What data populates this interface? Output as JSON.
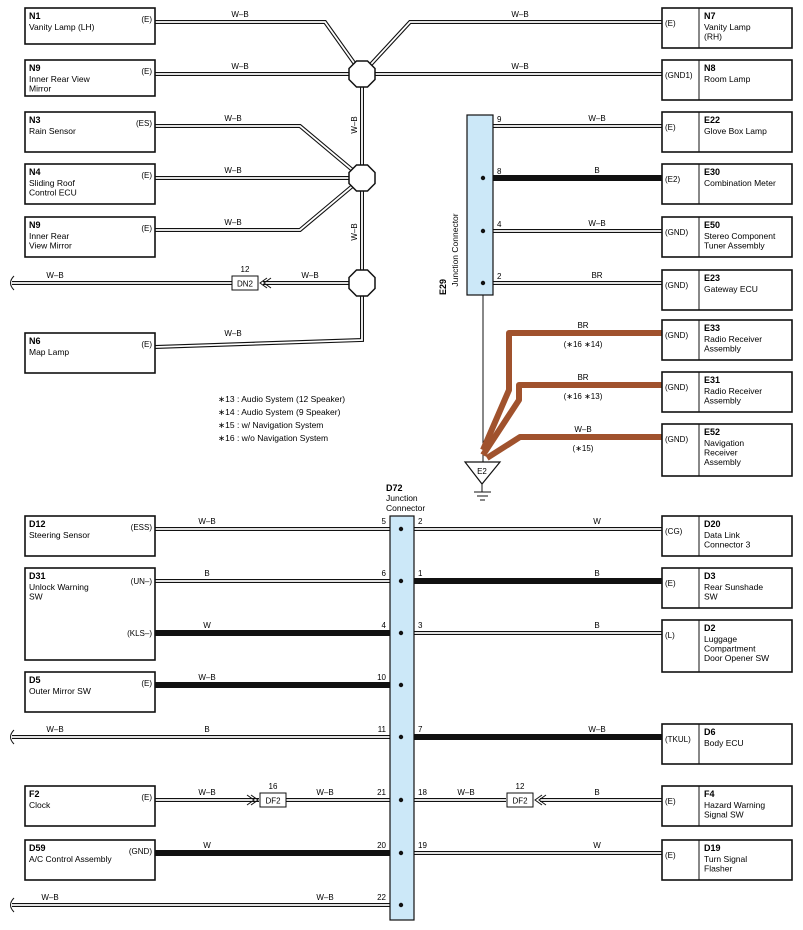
{
  "components": [
    {
      "id": "N1",
      "lines": [
        "Vanity Lamp (LH)"
      ],
      "pin": "(E)"
    },
    {
      "id": "N9",
      "lines": [
        "Inner Rear View",
        "Mirror"
      ],
      "pin": "(E)"
    },
    {
      "id": "N3",
      "lines": [
        "Rain Sensor"
      ],
      "pin": "(ES)"
    },
    {
      "id": "N4",
      "lines": [
        "Sliding Roof",
        "Control ECU"
      ],
      "pin": "(E)"
    },
    {
      "id": "N9",
      "lines": [
        "Inner Rear",
        "View Mirror"
      ],
      "pin": "(E)"
    },
    {
      "id": "N6",
      "lines": [
        "Map Lamp"
      ],
      "pin": "(E)"
    },
    {
      "id": "N7",
      "lines": [
        "Vanity Lamp",
        "(RH)"
      ],
      "pin": "(E)"
    },
    {
      "id": "N8",
      "lines": [
        "Room Lamp"
      ],
      "pin": "(GND1)"
    },
    {
      "id": "E22",
      "lines": [
        "Glove Box Lamp"
      ],
      "pin": "(E)"
    },
    {
      "id": "E30",
      "lines": [
        "Combination Meter"
      ],
      "pin": "(E2)"
    },
    {
      "id": "E50",
      "lines": [
        "Stereo Component",
        "Tuner Assembly"
      ],
      "pin": "(GND)"
    },
    {
      "id": "E23",
      "lines": [
        "Gateway ECU"
      ],
      "pin": "(GND)"
    },
    {
      "id": "E33",
      "lines": [
        "Radio Receiver",
        "Assembly"
      ],
      "pin": "(GND)"
    },
    {
      "id": "E31",
      "lines": [
        "Radio Receiver",
        "Assembly"
      ],
      "pin": "(GND)"
    },
    {
      "id": "E52",
      "lines": [
        "Navigation",
        "Receiver",
        "Assembly"
      ],
      "pin": "(GND)"
    },
    {
      "id": "D12",
      "lines": [
        "Steering Sensor"
      ],
      "pin": "(ESS)"
    },
    {
      "id": "D31",
      "lines": [
        "Unlock Warning",
        "SW"
      ],
      "pin": "(UN–)",
      "pin2": "(KLS–)"
    },
    {
      "id": "D5",
      "lines": [
        "Outer Mirror SW"
      ],
      "pin": "(E)"
    },
    {
      "id": "F2",
      "lines": [
        "Clock"
      ],
      "pin": "(E)"
    },
    {
      "id": "D59",
      "lines": [
        "A/C Control Assembly"
      ],
      "pin": "(GND)"
    },
    {
      "id": "D20",
      "lines": [
        "Data Link",
        "Connector 3"
      ],
      "pin": "(CG)"
    },
    {
      "id": "D3",
      "lines": [
        "Rear Sunshade",
        "SW"
      ],
      "pin": "(E)"
    },
    {
      "id": "D2",
      "lines": [
        "Luggage",
        "Compartment",
        "Door Opener SW"
      ],
      "pin": "(L)"
    },
    {
      "id": "D6",
      "lines": [
        "Body ECU"
      ],
      "pin": "(TKUL)"
    },
    {
      "id": "F4",
      "lines": [
        "Hazard Warning",
        "Signal SW"
      ],
      "pin": "(E)"
    },
    {
      "id": "D19",
      "lines": [
        "Turn Signal",
        "Flasher"
      ],
      "pin": "(E)"
    }
  ],
  "wire_labels": [
    "W–B",
    "W–B",
    "W–B",
    "W–B",
    "W–B",
    "W–B",
    "W–B",
    "W–B",
    "W–B",
    "W–B",
    "B",
    "W–B",
    "W–B",
    "BR",
    "BR",
    "BR",
    "W–B",
    "W–B",
    "W",
    "B",
    "B",
    "W",
    "B",
    "W–B",
    "W–B",
    "B",
    "W–B",
    "W–B",
    "W–B",
    "W–B",
    "B",
    "W",
    "W",
    "W–B",
    "W–B"
  ],
  "variant_labels": [
    "(∗16 ∗14)",
    "(∗16 ∗13)",
    "(∗15)"
  ],
  "e29": {
    "id": "E29",
    "name": "Junction Connector",
    "pins": [
      "9",
      "8",
      "4",
      "2"
    ]
  },
  "d72": {
    "id": "D72",
    "name": [
      "Junction",
      "Connector"
    ],
    "pins_left": [
      "5",
      "6",
      "4",
      "10",
      "11",
      "21",
      "20",
      "22"
    ],
    "pins_right": [
      "2",
      "1",
      "3",
      "7",
      "18",
      "19"
    ]
  },
  "ground": {
    "label": "E2"
  },
  "connectors": [
    {
      "id": "DN2",
      "num": "12"
    },
    {
      "id": "DF2",
      "num": "16"
    },
    {
      "id": "DF2",
      "num": "12"
    }
  ],
  "notes": [
    "∗13 : Audio System (12 Speaker)",
    "∗14 : Audio System (9 Speaker)",
    "∗15 : w/ Navigation System",
    "∗16 : w/o Navigation System"
  ],
  "colors": {
    "wire": "#111111",
    "br": "#a0522d",
    "connector_fill": "#cce8f8",
    "connector_stroke": "#111111"
  }
}
